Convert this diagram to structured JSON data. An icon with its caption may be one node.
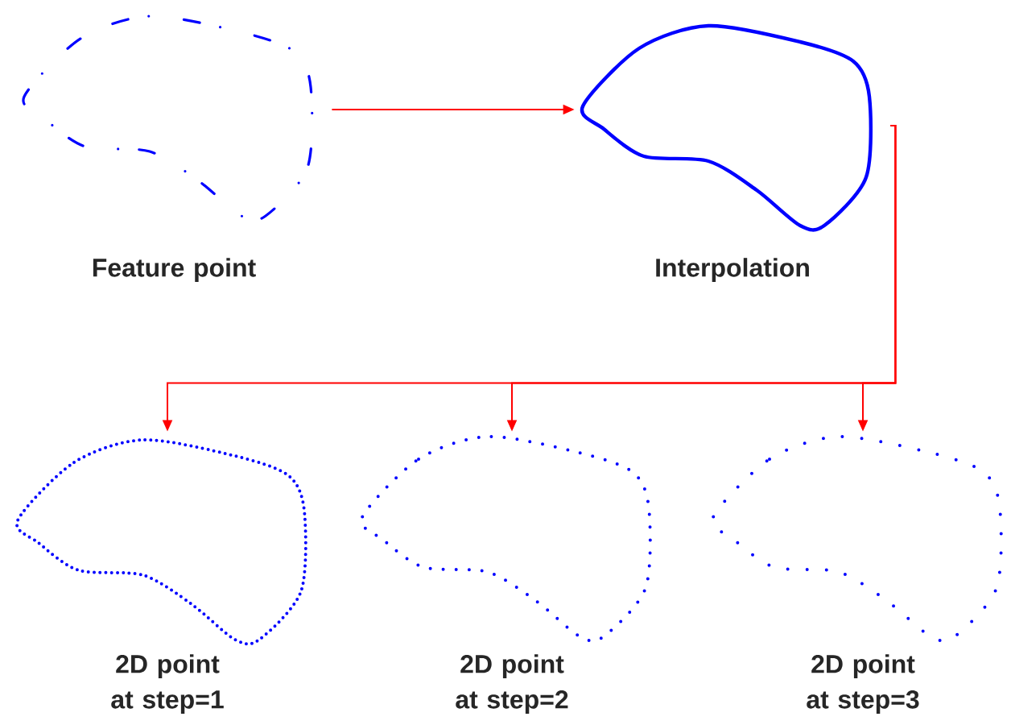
{
  "diagram": {
    "nodes": [
      {
        "text": [
          "Feature point"
        ]
      },
      {
        "text": [
          "Interpolation"
        ]
      },
      {
        "text": [
          "2D point at step=1"
        ]
      },
      {
        "text": [
          "2D point at step=2"
        ]
      },
      {
        "text": [
          "2D point at step=3"
        ]
      }
    ],
    "edges": [
      {
        "from": 0,
        "to": 1,
        "arrow": "to"
      },
      {
        "from": 1,
        "to": 2,
        "arrow": "to"
      },
      {
        "from": 1,
        "to": 3,
        "arrow": "to"
      },
      {
        "from": 1,
        "to": 4,
        "arrow": "to"
      }
    ]
  }
}
